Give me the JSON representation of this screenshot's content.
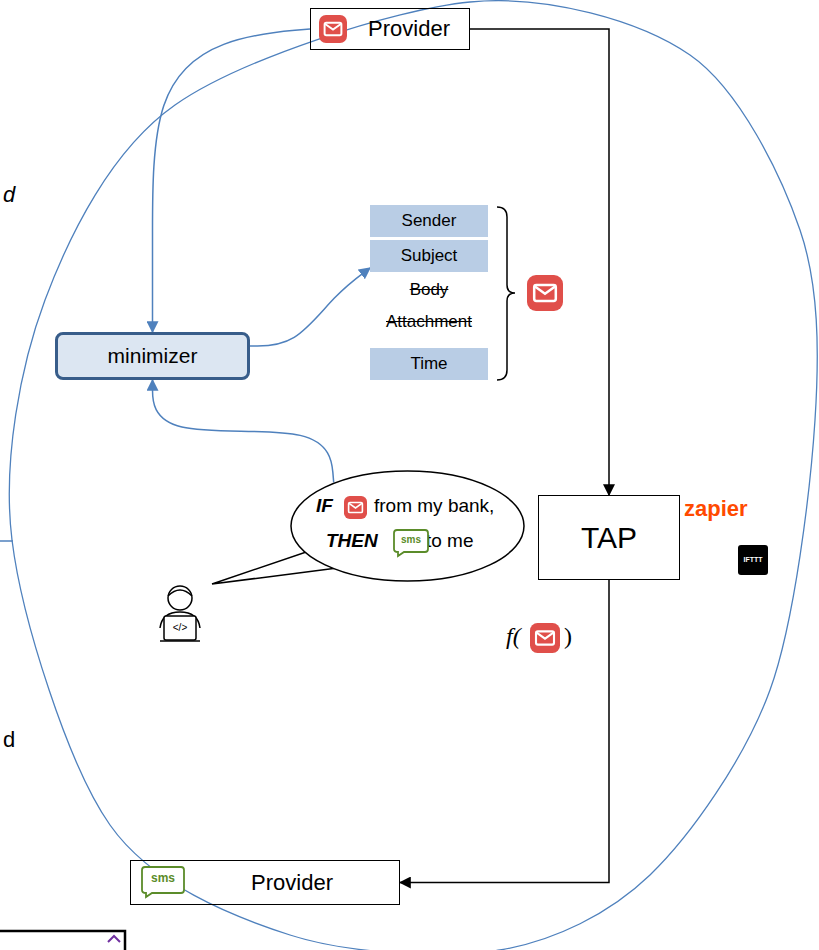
{
  "diagram": {
    "nodes": [
      {
        "text": [
          "Provider"
        ]
      },
      {
        "text": [
          "minimizer"
        ]
      },
      {
        "text": [
          "Sender"
        ]
      },
      {
        "text": [
          "Subject"
        ]
      },
      {
        "text": [
          "Time"
        ]
      },
      {
        "text": [
          "TAP"
        ]
      },
      {
        "text": [
          "IF",
          "from my bank,",
          "THEN",
          "to me"
        ]
      },
      {
        "text": [
          "Provider"
        ]
      }
    ],
    "edges": [
      {
        "from": 0,
        "to": 5,
        "arrow": "to"
      },
      {
        "from": 5,
        "to": 7,
        "arrow": "to"
      },
      {
        "from": 0,
        "to": 1,
        "arrow": "to"
      },
      {
        "from": 1,
        "to": 3,
        "arrow": "to"
      },
      {
        "from": 6,
        "to": 1,
        "arrow": "to"
      }
    ],
    "labels": [
      "d",
      "d",
      "Body",
      "Attachment",
      "zapier",
      "IFTTT",
      "sms",
      "sms",
      "</>",
      "f(",
      ")"
    ]
  }
}
